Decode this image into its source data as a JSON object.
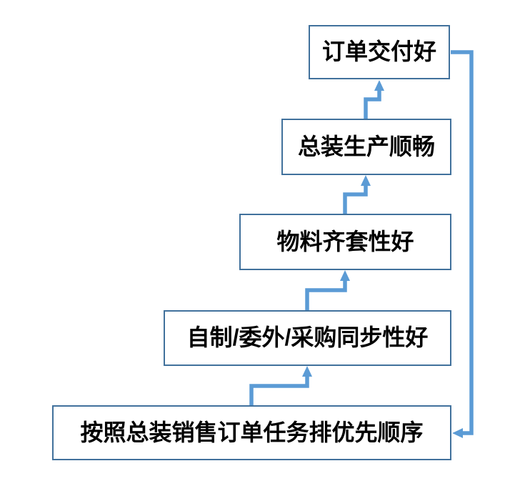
{
  "diagram": {
    "boxes": [
      {
        "name": "order-delivery",
        "label": "订单交付好"
      },
      {
        "name": "assembly-production",
        "label": "总装生产顺畅"
      },
      {
        "name": "material-completeness",
        "label": "物料齐套性好"
      },
      {
        "name": "make-outsource-purchase-sync",
        "label": "自制/委外/采购同步性好"
      },
      {
        "name": "priority-sequencing",
        "label": "按照总装销售订单任务排优先顺序"
      }
    ],
    "colors": {
      "box_border": "#41719C",
      "box_fill": "#FFFFFF",
      "connector": "#5B9BD5",
      "text": "#000000",
      "background": "#FFFFFF"
    }
  }
}
